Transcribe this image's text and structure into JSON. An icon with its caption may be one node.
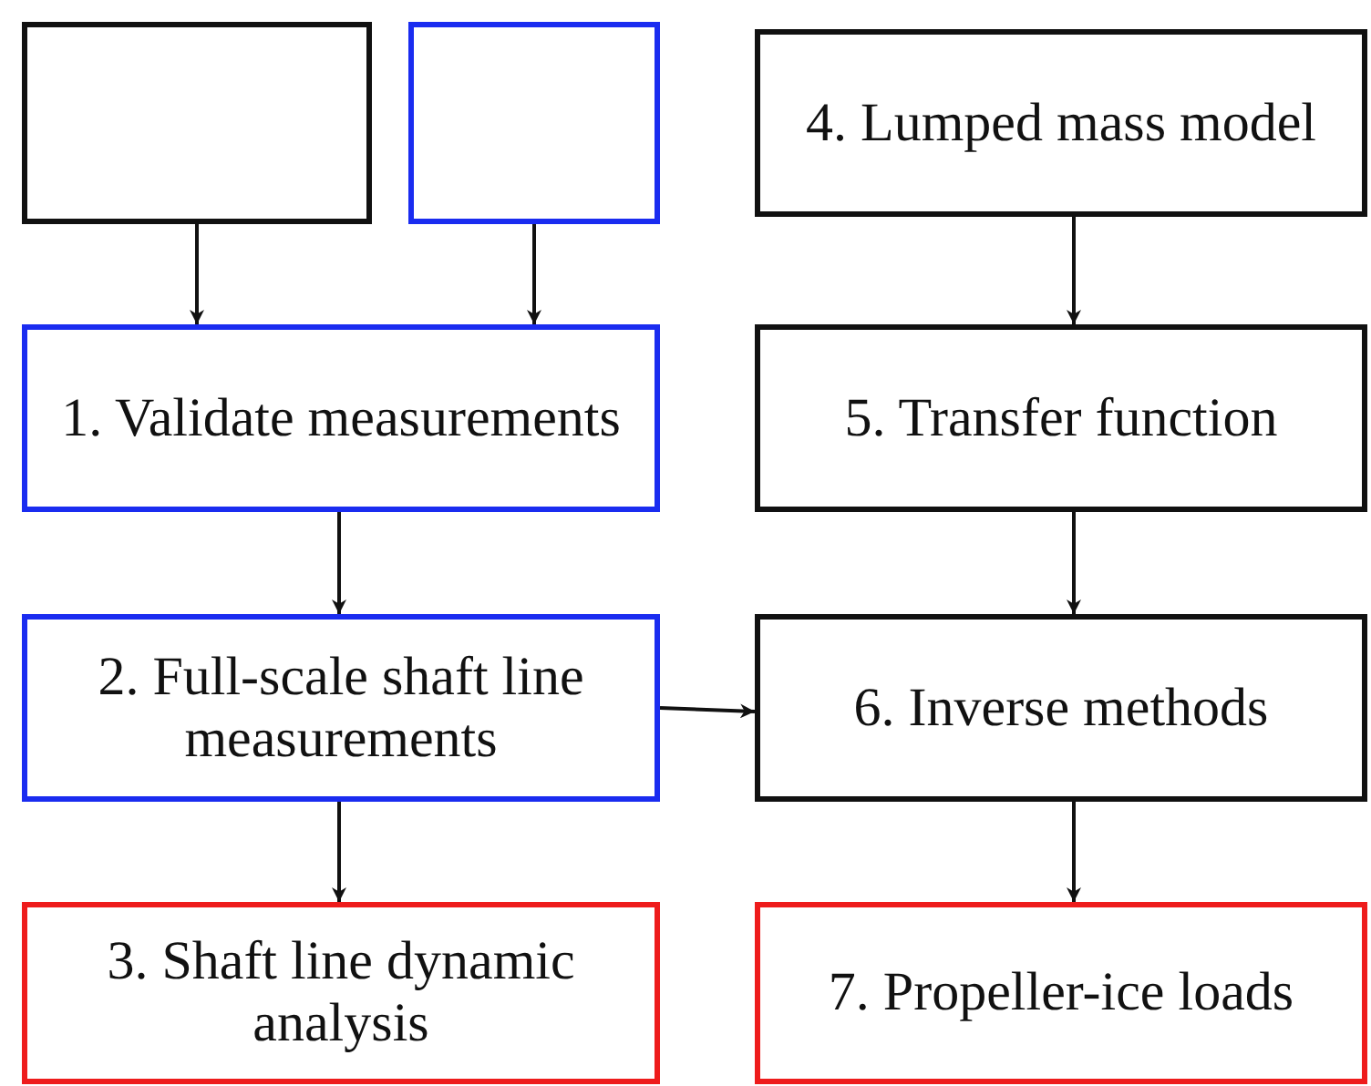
{
  "diagram": {
    "nodes": [
      {
        "text": [],
        "shape": "box"
      },
      {
        "text": [],
        "shape": "box"
      },
      {
        "text": [
          "4. Lumped mass model"
        ]
      },
      {
        "text": [
          "1. Validate measurements"
        ]
      },
      {
        "text": [
          "5. Transfer function"
        ]
      },
      {
        "text": [
          "2. Full-scale shaft line measurements"
        ]
      },
      {
        "text": [
          "6. Inverse methods"
        ]
      },
      {
        "text": [
          "3. Shaft line dynamic analysis"
        ]
      },
      {
        "text": [
          "7. Propeller-ice loads"
        ]
      }
    ],
    "edges": [
      {
        "from": 0,
        "to": 3,
        "arrow": "to"
      },
      {
        "from": 1,
        "to": 3,
        "arrow": "to"
      },
      {
        "from": 2,
        "to": 4,
        "arrow": "to"
      },
      {
        "from": 3,
        "to": 5,
        "arrow": "to"
      },
      {
        "from": 4,
        "to": 6,
        "arrow": "to"
      },
      {
        "from": 5,
        "to": 6,
        "arrow": "to"
      },
      {
        "from": 5,
        "to": 7,
        "arrow": "to"
      },
      {
        "from": 6,
        "to": 8,
        "arrow": "to"
      }
    ]
  }
}
